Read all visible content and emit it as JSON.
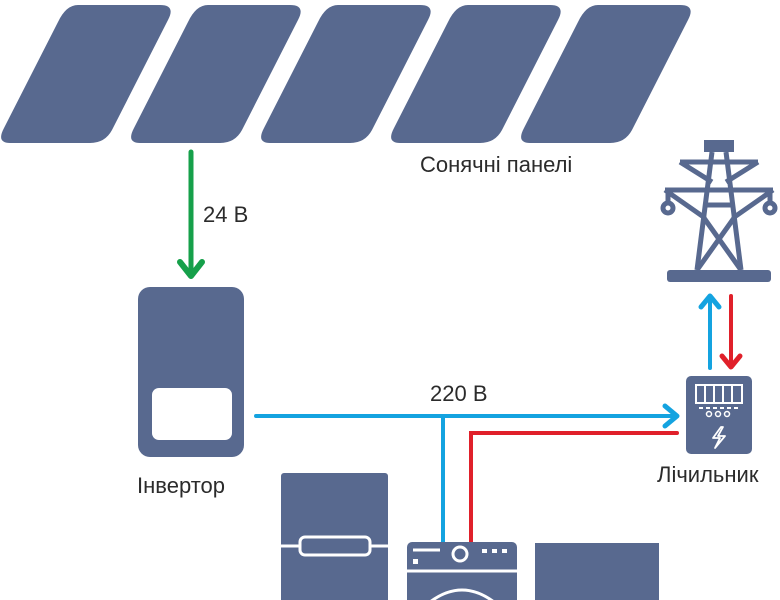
{
  "labels": {
    "solar_panels": "Сонячні панелі",
    "dc_voltage": "24 В",
    "ac_voltage": "220 В",
    "inverter": "Інвертор",
    "meter": "Лічильник"
  },
  "colors": {
    "device": "#58698f",
    "dc_flow": "#16a04a",
    "ac_flow": "#14a3e0",
    "grid_flow": "#e0202a",
    "text": "#2b2b2b"
  },
  "flows": [
    {
      "from": "solar-panels",
      "to": "inverter",
      "kind": "dc",
      "label": "24 В"
    },
    {
      "from": "inverter",
      "to": "meter",
      "kind": "ac",
      "label": "220 В"
    },
    {
      "from": "inverter",
      "to": "appliances",
      "kind": "ac"
    },
    {
      "from": "meter",
      "to": "appliances",
      "kind": "grid"
    },
    {
      "from": "meter",
      "to": "power-grid",
      "kind": "ac"
    },
    {
      "from": "power-grid",
      "to": "meter",
      "kind": "grid"
    }
  ],
  "solar_panel_count": 5
}
